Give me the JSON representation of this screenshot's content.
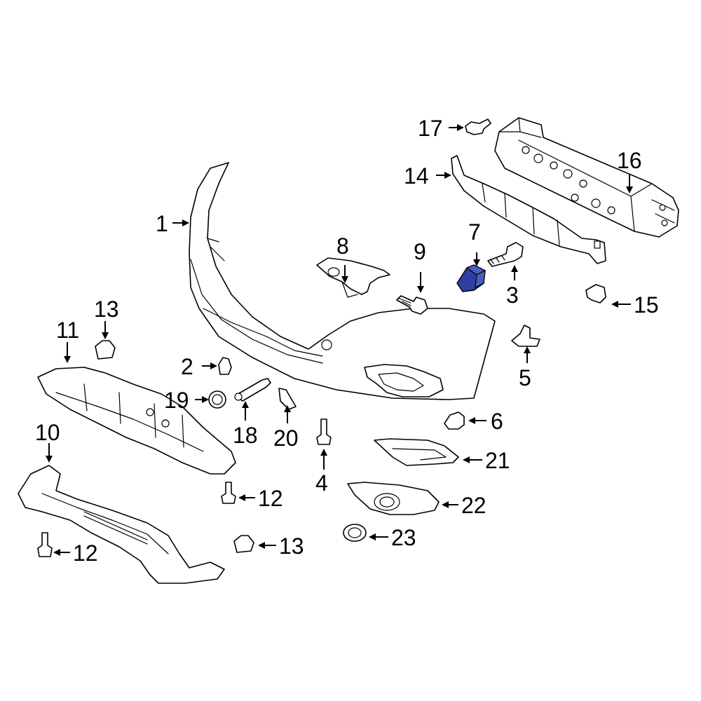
{
  "diagram": {
    "highlight_color": "#2f3f9f",
    "callouts": [
      {
        "id": "1",
        "text": "1"
      },
      {
        "id": "2",
        "text": "2"
      },
      {
        "id": "3",
        "text": "3"
      },
      {
        "id": "4",
        "text": "4"
      },
      {
        "id": "5",
        "text": "5"
      },
      {
        "id": "6",
        "text": "6"
      },
      {
        "id": "7",
        "text": "7"
      },
      {
        "id": "8",
        "text": "8"
      },
      {
        "id": "9",
        "text": "9"
      },
      {
        "id": "10",
        "text": "10"
      },
      {
        "id": "11",
        "text": "11"
      },
      {
        "id": "12a",
        "text": "12"
      },
      {
        "id": "12b",
        "text": "12"
      },
      {
        "id": "13a",
        "text": "13"
      },
      {
        "id": "13b",
        "text": "13"
      },
      {
        "id": "14",
        "text": "14"
      },
      {
        "id": "15",
        "text": "15"
      },
      {
        "id": "16",
        "text": "16"
      },
      {
        "id": "17",
        "text": "17"
      },
      {
        "id": "18",
        "text": "18"
      },
      {
        "id": "19",
        "text": "19"
      },
      {
        "id": "20",
        "text": "20"
      },
      {
        "id": "21",
        "text": "21"
      },
      {
        "id": "22",
        "text": "22"
      },
      {
        "id": "23",
        "text": "23"
      }
    ]
  }
}
